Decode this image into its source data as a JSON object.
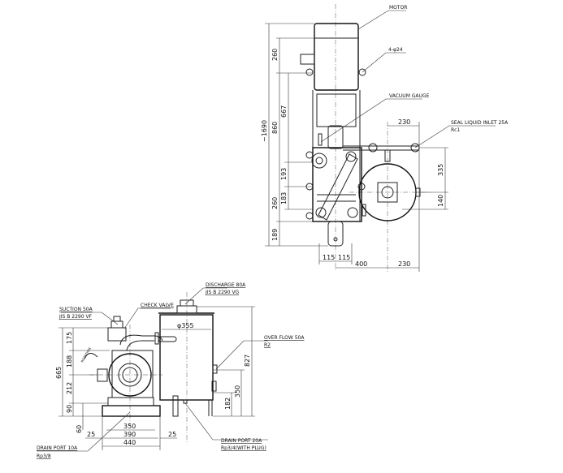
{
  "top_view": {
    "labels": {
      "motor": "MOTOR",
      "bolt_holes": "4-φ24",
      "vacuum_gauge": "VACUUM GAUGE",
      "seal_liquid_inlet": "SEAL LIQUID INLET 25A",
      "seal_liquid_thread": "Rc1"
    },
    "dimensions": {
      "overall_height": "~1690",
      "motor_260": "260",
      "d_860": "860",
      "d_667": "667",
      "d_193": "193",
      "d_183": "183",
      "d_260_lower": "260",
      "d_189": "189",
      "d_230_top": "230",
      "d_335": "335",
      "d_140": "140",
      "d_115_left": "115",
      "d_115_right": "115",
      "d_400": "400",
      "d_230_bottom": "230"
    }
  },
  "front_view": {
    "labels": {
      "discharge": "DISCHARGE 80A",
      "discharge_std": "JIS B 2290 VG",
      "suction": "SUCTION 50A",
      "suction_std": "JIS B 2290 VF",
      "check_valve": "CHECK VALVE",
      "over_flow": "OVER FLOW 50A",
      "over_flow_thread": "R2",
      "rotation": "ROTATION",
      "drain_port_20": "DRAIN PORT 20A",
      "drain_port_20_thread": "Rp3/4(WITH PLUG)",
      "drain_port_10": "DRAIN PORT 10A",
      "drain_port_10_thread": "Rp3/8"
    },
    "dimensions": {
      "tank_dia": "φ355",
      "d_665": "665",
      "d_175": "175",
      "d_188": "188",
      "d_212": "212",
      "d_90": "90",
      "d_60": "60",
      "d_827": "827",
      "d_350_v": "350",
      "d_182": "182",
      "d_350_h": "350",
      "d_390": "390",
      "d_440": "440",
      "d_25_left": "25",
      "d_25_right": "25"
    }
  }
}
